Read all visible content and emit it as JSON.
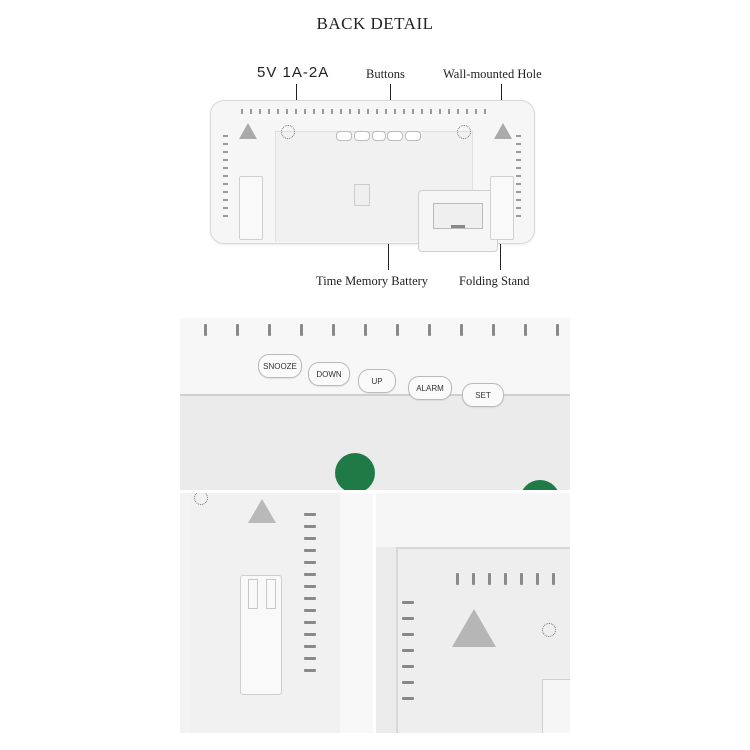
{
  "heading": "BACK DETAIL",
  "callouts": {
    "power": "5V 1A-2A",
    "buttons": "Buttons",
    "wall_hole": "Wall-mounted Hole",
    "battery": "Time Memory Battery",
    "stand": "Folding Stand"
  },
  "panel_buttons": [
    "SNOOZE",
    "DOWN",
    "UP",
    "ALARM",
    "SET"
  ],
  "colors": {
    "device_body": "#f6f6f6",
    "photo_green": "#1f7a45",
    "text": "#222222"
  }
}
